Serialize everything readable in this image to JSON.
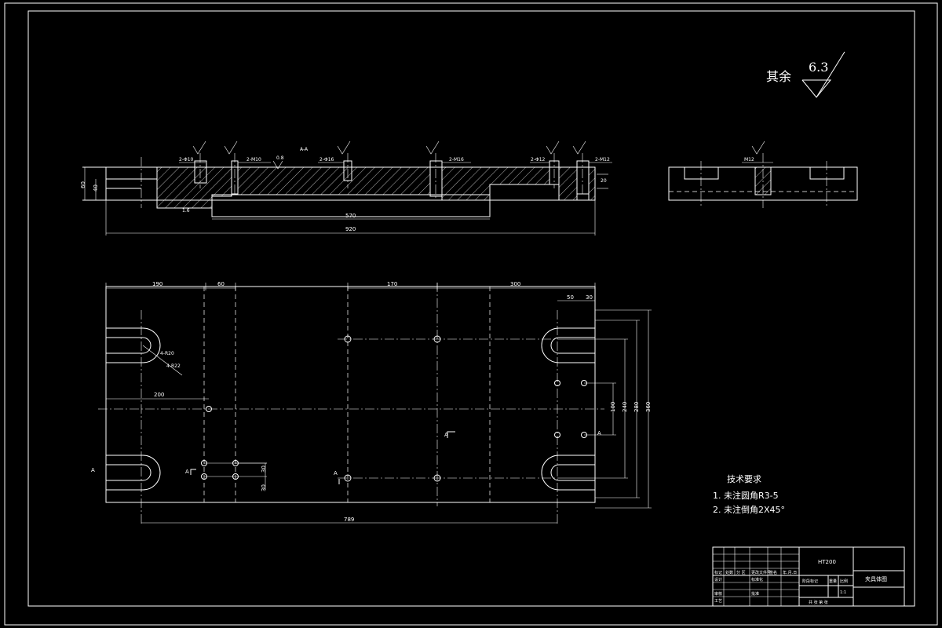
{
  "roughness": {
    "label": "其余",
    "value": "6.3"
  },
  "section_label": "A-A",
  "section_view": {
    "dims": {
      "overall": "920",
      "slot": "570",
      "height": "60",
      "inner_height": "40",
      "step": "1.6",
      "hole_1": "2-Φ10",
      "hole_2": "2-M10",
      "hole_3": "2-Φ16",
      "hole_4": "2-M16",
      "hole_5": "2-Φ12",
      "hole_6": "2-M12",
      "roughness_mark": "0.8",
      "right_depth": "20"
    }
  },
  "side_view": {
    "thread_label": "M12"
  },
  "plan_view": {
    "dims": {
      "d190": "190",
      "d60": "60",
      "d170": "170",
      "d300": "300",
      "d50": "50",
      "d30": "30",
      "d200": "200",
      "d789": "789",
      "d100": "100",
      "d240": "240",
      "d280": "280",
      "d360": "360",
      "d30a": "30",
      "d30b": "30",
      "r1": "4-R20",
      "r2": "4-R22"
    },
    "section_marks": [
      "A",
      "A",
      "A",
      "A",
      "A"
    ]
  },
  "notes": {
    "title": "技术要求",
    "items": [
      "1. 未注圆角R3-5",
      "2. 未注倒角2X45°"
    ]
  },
  "title_block": {
    "material": "HT200",
    "drawing_name": "夹具体图",
    "scale": "1:1",
    "row_labels": [
      "标记",
      "处数",
      "分 区",
      "更改文件号",
      "签名",
      "年.月.日"
    ],
    "cells": [
      "设计",
      "标准化",
      "审核",
      "工艺",
      "批准"
    ],
    "stage_labels": [
      "阶段标记",
      "重量",
      "比例"
    ],
    "sheet": "共 张 第 张"
  }
}
